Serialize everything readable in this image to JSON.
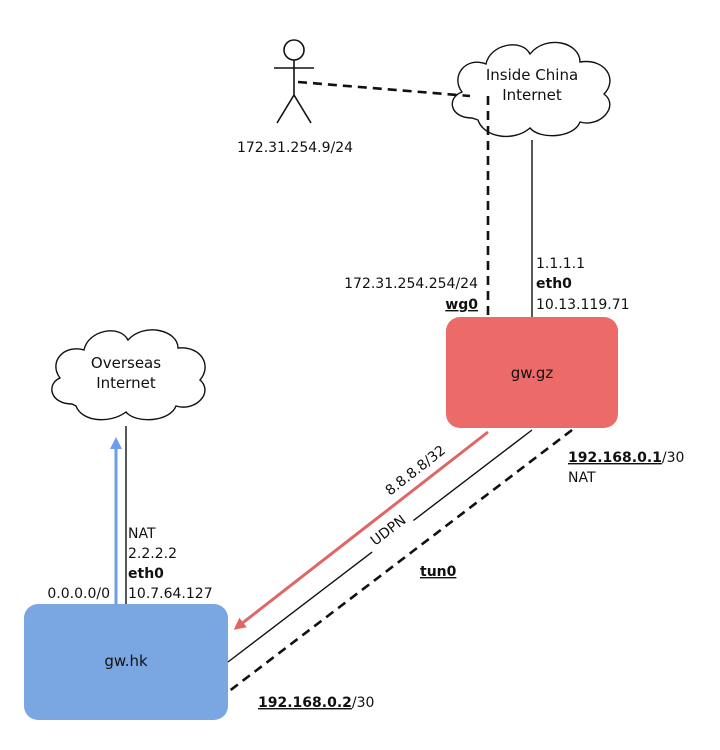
{
  "user": {
    "ip": "172.31.254.9/24"
  },
  "clouds": {
    "china": {
      "line1": "Inside China",
      "line2": "Internet"
    },
    "overseas": {
      "line1": "Overseas",
      "line2": "Internet"
    }
  },
  "nodes": {
    "gz": {
      "label": "gw.gz",
      "color": "#ec6b68"
    },
    "hk": {
      "label": "gw.hk",
      "color": "#7aa6e2"
    }
  },
  "gz_interfaces": {
    "wg0_ip": "172.31.254.254/24",
    "wg0_name": "wg0",
    "eth0_public": "1.1.1.1",
    "eth0_name": "eth0",
    "eth0_ip": "10.13.119.71"
  },
  "hk_interfaces": {
    "nat": "NAT",
    "public": "2.2.2.2",
    "eth0_name": "eth0",
    "eth0_ip": "10.7.64.127",
    "default_route": "0.0.0.0/0"
  },
  "tunnel": {
    "gz_ip": "192.168.0.1",
    "gz_mask": "/30",
    "gz_nat": "NAT",
    "hk_ip": "192.168.0.2",
    "hk_mask": "/30",
    "name": "tun0",
    "udpn_label": "UDPN",
    "route_label": "8.8.8.8/32"
  },
  "colors": {
    "route_red": "#e06666",
    "route_blue": "#6d9eeb"
  }
}
